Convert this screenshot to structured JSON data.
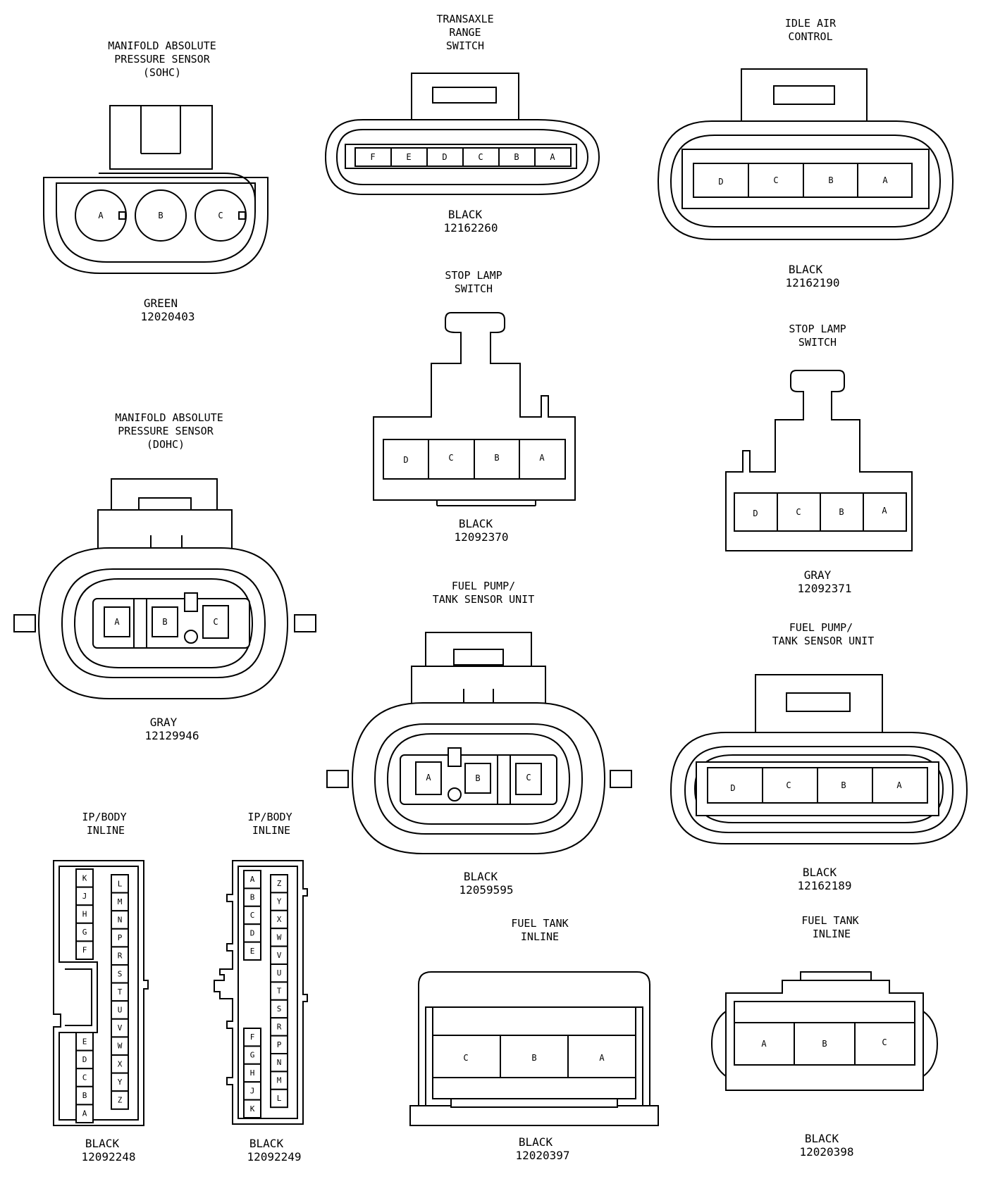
{
  "colors": {
    "ink": "#000000",
    "paper": "#ffffff"
  },
  "connectors": {
    "map_sohc": {
      "title": [
        "MANIFOLD ABSOLUTE",
        "PRESSURE SENSOR",
        "(SOHC)"
      ],
      "color": "GREEN",
      "part": "12020403",
      "pins": [
        "A",
        "B",
        "C"
      ]
    },
    "trs": {
      "title": [
        "TRANSAXLE",
        "RANGE",
        "SWITCH"
      ],
      "color": "BLACK",
      "part": "12162260",
      "pins": [
        "F",
        "E",
        "D",
        "C",
        "B",
        "A"
      ]
    },
    "iac": {
      "title": [
        "IDLE AIR",
        "CONTROL"
      ],
      "color": "BLACK",
      "part": "12162190",
      "pins": [
        "D",
        "C",
        "B",
        "A"
      ]
    },
    "slamp1": {
      "title": [
        "STOP LAMP",
        "SWITCH"
      ],
      "color": "BLACK",
      "part": "12092370",
      "pins": [
        "D",
        "C",
        "B",
        "A"
      ]
    },
    "slamp2": {
      "title": [
        "STOP LAMP",
        "SWITCH"
      ],
      "color": "GRAY",
      "part": "12092371",
      "pins": [
        "D",
        "C",
        "B",
        "A"
      ]
    },
    "map_dohc": {
      "title": [
        "MANIFOLD ABSOLUTE",
        "PRESSURE SENSOR",
        "(DOHC)"
      ],
      "color": "GRAY",
      "part": "12129946",
      "pins": [
        "A",
        "B",
        "C"
      ]
    },
    "fpump1": {
      "title": [
        "FUEL PUMP/",
        "TANK SENSOR UNIT"
      ],
      "color": "BLACK",
      "part": "12059595",
      "pins": [
        "A",
        "B",
        "C"
      ]
    },
    "fpump2": {
      "title": [
        "FUEL PUMP/",
        "TANK SENSOR UNIT"
      ],
      "color": "BLACK",
      "part": "12162189",
      "pins": [
        "D",
        "C",
        "B",
        "A"
      ]
    },
    "ipbody1": {
      "title": [
        "IP/BODY",
        "INLINE"
      ],
      "color": "BLACK",
      "part": "12092248",
      "pins_left_top": [
        "K",
        "J",
        "H",
        "G",
        "F"
      ],
      "pins_left_bottom": [
        "E",
        "D",
        "C",
        "B",
        "A"
      ],
      "pins_right": [
        "L",
        "M",
        "N",
        "P",
        "R",
        "S",
        "T",
        "U",
        "V",
        "W",
        "X",
        "Y",
        "Z"
      ]
    },
    "ipbody2": {
      "title": [
        "IP/BODY",
        "INLINE"
      ],
      "color": "BLACK",
      "part": "12092249",
      "pins_left_top": [
        "A",
        "B",
        "C",
        "D",
        "E"
      ],
      "pins_left_bottom": [
        "F",
        "G",
        "H",
        "J",
        "K"
      ],
      "pins_right": [
        "Z",
        "Y",
        "X",
        "W",
        "V",
        "U",
        "T",
        "S",
        "R",
        "P",
        "N",
        "M",
        "L"
      ]
    },
    "ftank1": {
      "title": [
        "FUEL TANK",
        "INLINE"
      ],
      "color": "BLACK",
      "part": "12020397",
      "pins": [
        "C",
        "B",
        "A"
      ]
    },
    "ftank2": {
      "title": [
        "FUEL TANK",
        "INLINE"
      ],
      "color": "BLACK",
      "part": "12020398",
      "pins": [
        "A",
        "B",
        "C"
      ]
    }
  }
}
